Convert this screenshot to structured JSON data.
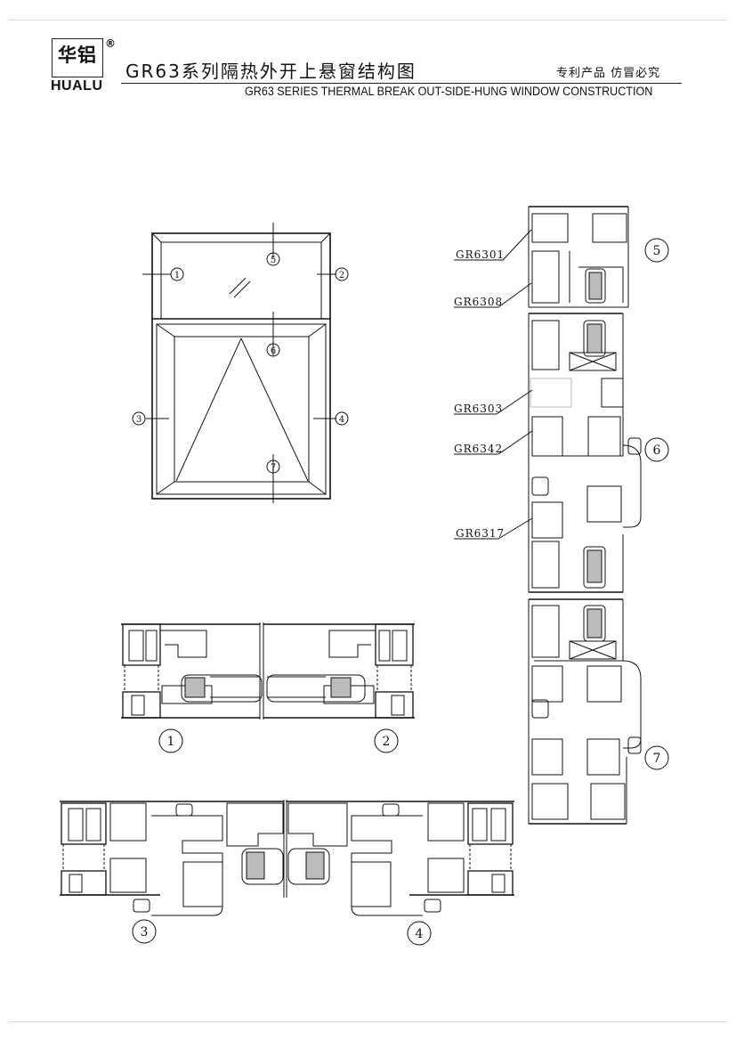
{
  "header": {
    "logo_cn": "华铝",
    "logo_en": "HUALU",
    "logo_reg": "®",
    "title_cn": "GR63系列隔热外开上悬窗结构图",
    "title_en": "GR63 SERIES THERMAL BREAK OUT-SIDE-HUNG WINDOW CONSTRUCTION",
    "patent_note": "专利产品  仿冒必究"
  },
  "elevation": {
    "markers": [
      "1",
      "2",
      "3",
      "4",
      "5",
      "6",
      "7"
    ],
    "glass_mark": "//"
  },
  "sections": {
    "horizontal_top": [
      "1",
      "2"
    ],
    "horizontal_bottom": [
      "3",
      "4"
    ],
    "vertical": [
      "5",
      "6",
      "7"
    ]
  },
  "profile_labels": [
    "GR6301",
    "GR6308",
    "GR6303",
    "GR6342",
    "GR6317"
  ]
}
